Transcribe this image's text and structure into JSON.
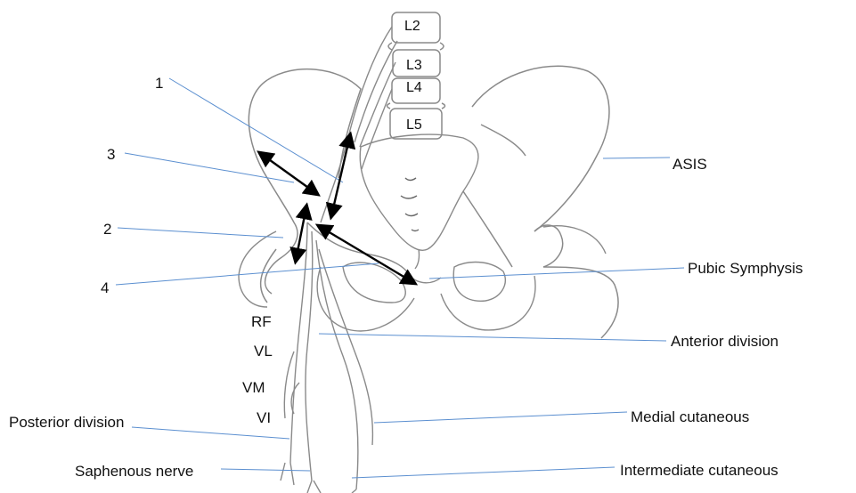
{
  "vertebrae": [
    "L2",
    "L3",
    "L4",
    "L5"
  ],
  "numbers": [
    "1",
    "3",
    "2",
    "4"
  ],
  "muscles": [
    "RF",
    "VL",
    "VM",
    "VI"
  ],
  "labels_right": {
    "asis": "ASIS",
    "pubic_symphysis": "Pubic Symphysis",
    "anterior_division": "Anterior division",
    "medial_cutaneous": "Medial cutaneous",
    "intermediate_cutaneous": "Intermediate cutaneous"
  },
  "labels_left": {
    "posterior_division": "Posterior division",
    "saphenous_nerve": "Saphenous nerve"
  },
  "colors": {
    "leader_line": "#5b8fd0",
    "arrow": "#000000",
    "sketch": "#8a8a8a"
  }
}
